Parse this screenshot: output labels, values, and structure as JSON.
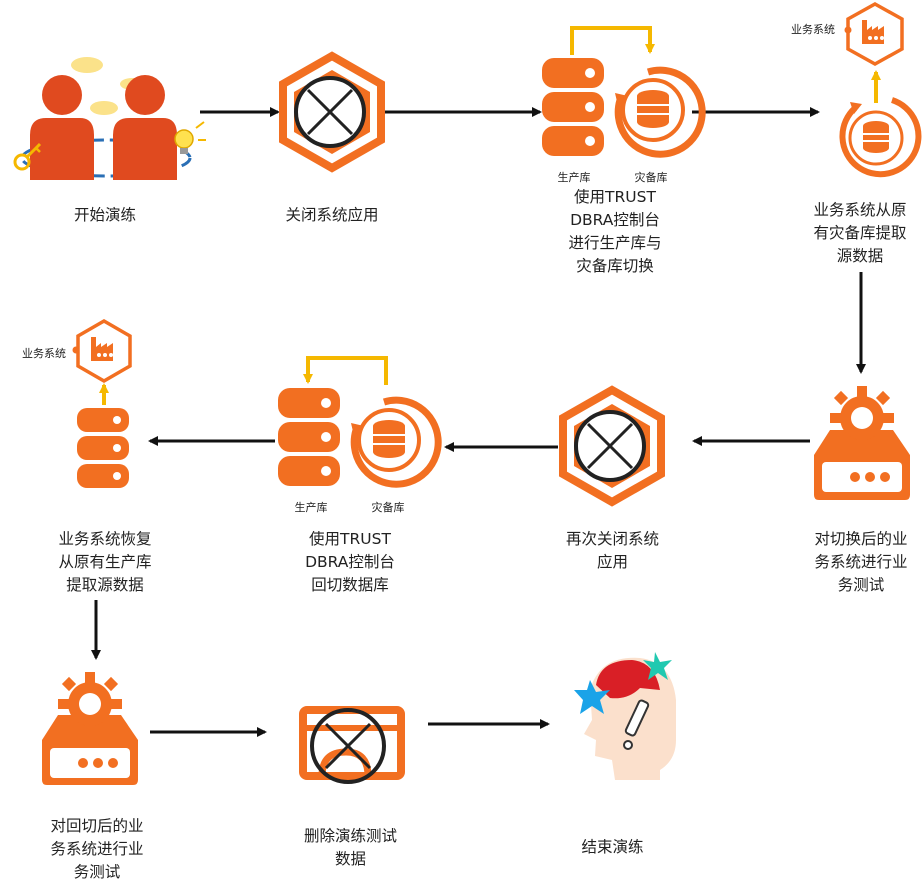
{
  "colors": {
    "orange": "#f26f21",
    "orange_dark": "#e85d12",
    "yellow": "#f5b800",
    "arrow": "#111111",
    "mark": "#222222"
  },
  "steps": [
    {
      "id": "start",
      "label": "开始演练",
      "icon": "team-meeting-icon"
    },
    {
      "id": "close-app",
      "label": "关闭系统应用",
      "icon": "closed-app-icon"
    },
    {
      "id": "switch-db",
      "label": "使用TRUST\nDBRA控制台\n进行生产库与\n灾备库切换",
      "icon": "database-switch-icon",
      "tag_primary": "生产库",
      "tag_backup": "灾备库"
    },
    {
      "id": "read-backup",
      "label": "业务系统从原\n有灾备库提取\n源数据",
      "icon": "business-system-read-icon",
      "tag_system": "业务系统"
    },
    {
      "id": "test-after-switch",
      "label": "对切换后的业\n务系统进行业\n务测试",
      "icon": "gear-server-icon"
    },
    {
      "id": "close-app-again",
      "label": "再次关闭系统\n应用",
      "icon": "closed-app-icon"
    },
    {
      "id": "switch-back",
      "label": "使用TRUST\nDBRA控制台\n回切数据库",
      "icon": "database-switch-icon",
      "tag_primary": "生产库",
      "tag_backup": "灾备库"
    },
    {
      "id": "restore-primary",
      "label": "业务系统恢复\n从原有生产库\n提取源数据",
      "icon": "business-system-read-icon",
      "tag_system": "业务系统"
    },
    {
      "id": "test-after-switchback",
      "label": "对回切后的业\n务系统进行业\n务测试",
      "icon": "gear-server-icon"
    },
    {
      "id": "delete-test-data",
      "label": "删除演练测试\n数据",
      "icon": "delete-data-icon"
    },
    {
      "id": "end",
      "label": "结束演练",
      "icon": "finish-head-icon"
    }
  ]
}
